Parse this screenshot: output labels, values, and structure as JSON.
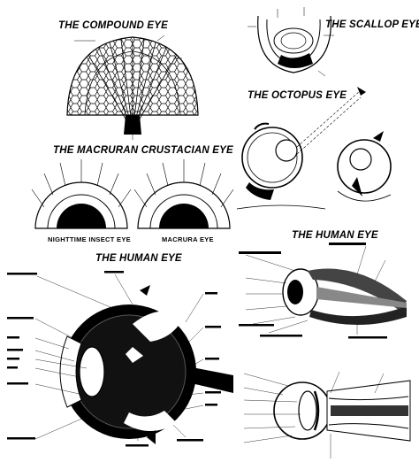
{
  "titles": {
    "compound": "THE COMPOUND EYE",
    "scallop": "THE SCALLOP EYE",
    "octopus": "THE OCTOPUS EYE",
    "macruran": "THE MACRURAN CRUSTACIAN EYE",
    "human_right": "THE HUMAN EYE",
    "human_left": "THE HUMAN EYE"
  },
  "captions": {
    "nighttime": "NIGHTTIME INSECT EYE",
    "macrura": "MACRURA EYE"
  },
  "colors": {
    "ink": "#000000",
    "paper": "#ffffff",
    "gray": "#777777"
  }
}
